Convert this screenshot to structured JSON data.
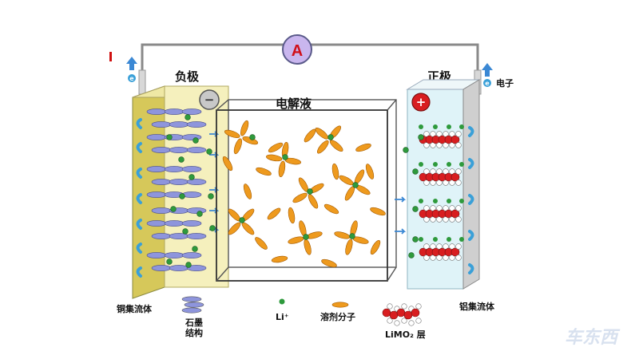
{
  "meter_label": "A",
  "electrode_labels": {
    "negative": "负极",
    "positive": "正极",
    "negative_sign": "−",
    "positive_sign": "+"
  },
  "electrolyte_label": "电解液",
  "electron_symbol": "e",
  "electron_label": "电子",
  "legend": {
    "copper_collector": "铜集流体",
    "graphite_line1": "石墨",
    "graphite_line2": "结构",
    "li_ion": "Li⁺",
    "solvent_molecule": "溶剂分子",
    "limo2_layer": "LiMO₂ 层",
    "aluminum_collector": "铝集流体"
  },
  "watermark": "车东西",
  "colors": {
    "wire": "#8a8a8a",
    "meter_fill": "#c9b6ee",
    "meter_text": "#d0101a",
    "anode_face": "#f5f0bd",
    "anode_side": "#d6c85a",
    "cathode_face": "#dff3f8",
    "cathode_side": "#cfcfcf",
    "graphite": "#8e95dc",
    "li_ion": "#2e9a3c",
    "solvent": "#ee9a1e",
    "oxide_red": "#d81e20",
    "oxide_white": "#ffffff",
    "electron_blue": "#3aa0d8",
    "arrow_blue": "#3b88d4"
  }
}
